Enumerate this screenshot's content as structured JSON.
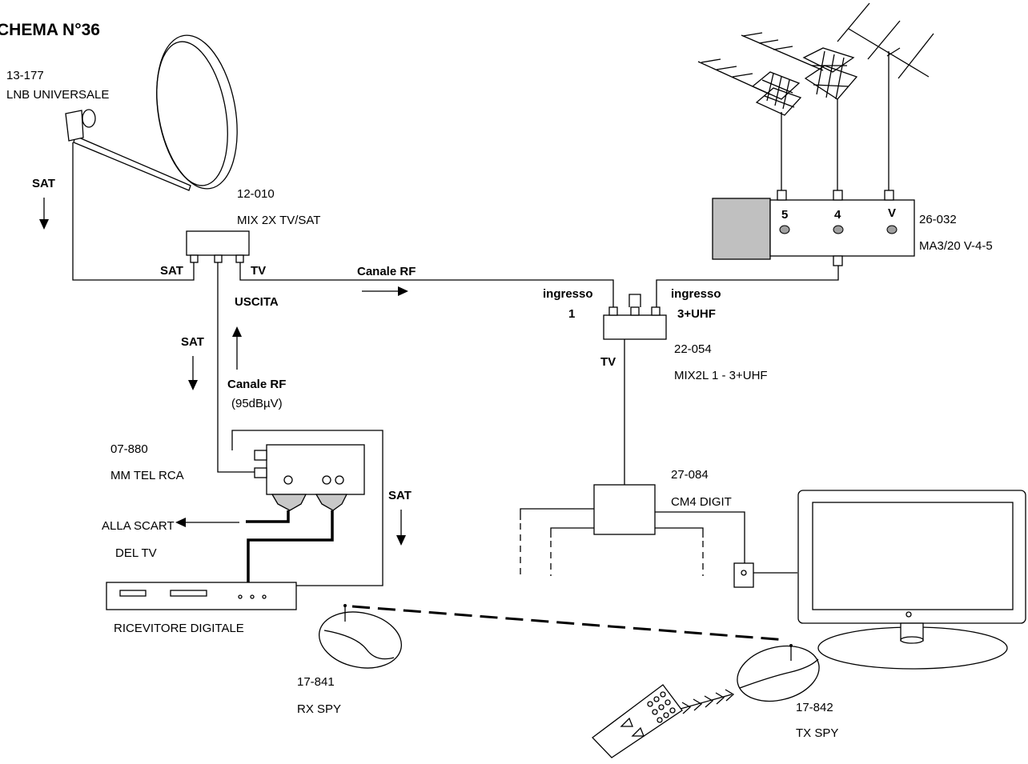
{
  "title": "CHEMA N°36",
  "labels": {
    "lnb_code": "13-177",
    "lnb_name": "LNB UNIVERSALE",
    "sat_left": "SAT",
    "mix_code": "12-010",
    "mix_name": "MIX 2X TV/SAT",
    "mix_sat": "SAT",
    "mix_tv": "TV",
    "uscita": "USCITA",
    "canale_rf_top": "Canale RF",
    "sat_mid": "SAT",
    "canale_rf_mid": "Canale RF",
    "level": "(95dBµV)",
    "modulator_code": "07-880",
    "modulator_name": "MM TEL RCA",
    "sat_right": "SAT",
    "scart_line1": "ALLA SCART",
    "scart_line2": "DEL TV",
    "receiver": "RICEVITORE DIGITALE",
    "rx_spy_code": "17-841",
    "rx_spy_name": "RX SPY",
    "tx_spy_code": "17-842",
    "tx_spy_name": "TX SPY",
    "ingresso1_a": "ingresso",
    "ingresso1_b": "1",
    "ingresso2_a": "ingresso",
    "ingresso2_b": "3+UHF",
    "mix2l_tv": "TV",
    "mix2l_code": "22-054",
    "mix2l_name": "MIX2L  1 - 3+UHF",
    "amp_code": "26-032",
    "amp_name": "MA3/20 V-4-5",
    "amp_in5": "5",
    "amp_in4": "4",
    "amp_inV": "V",
    "cm4_code": "27-084",
    "cm4_name": "CM4 DIGIT"
  },
  "colors": {
    "line": "#000000",
    "amp_block": "#c0c0c0",
    "led": "#a0a0a0"
  }
}
